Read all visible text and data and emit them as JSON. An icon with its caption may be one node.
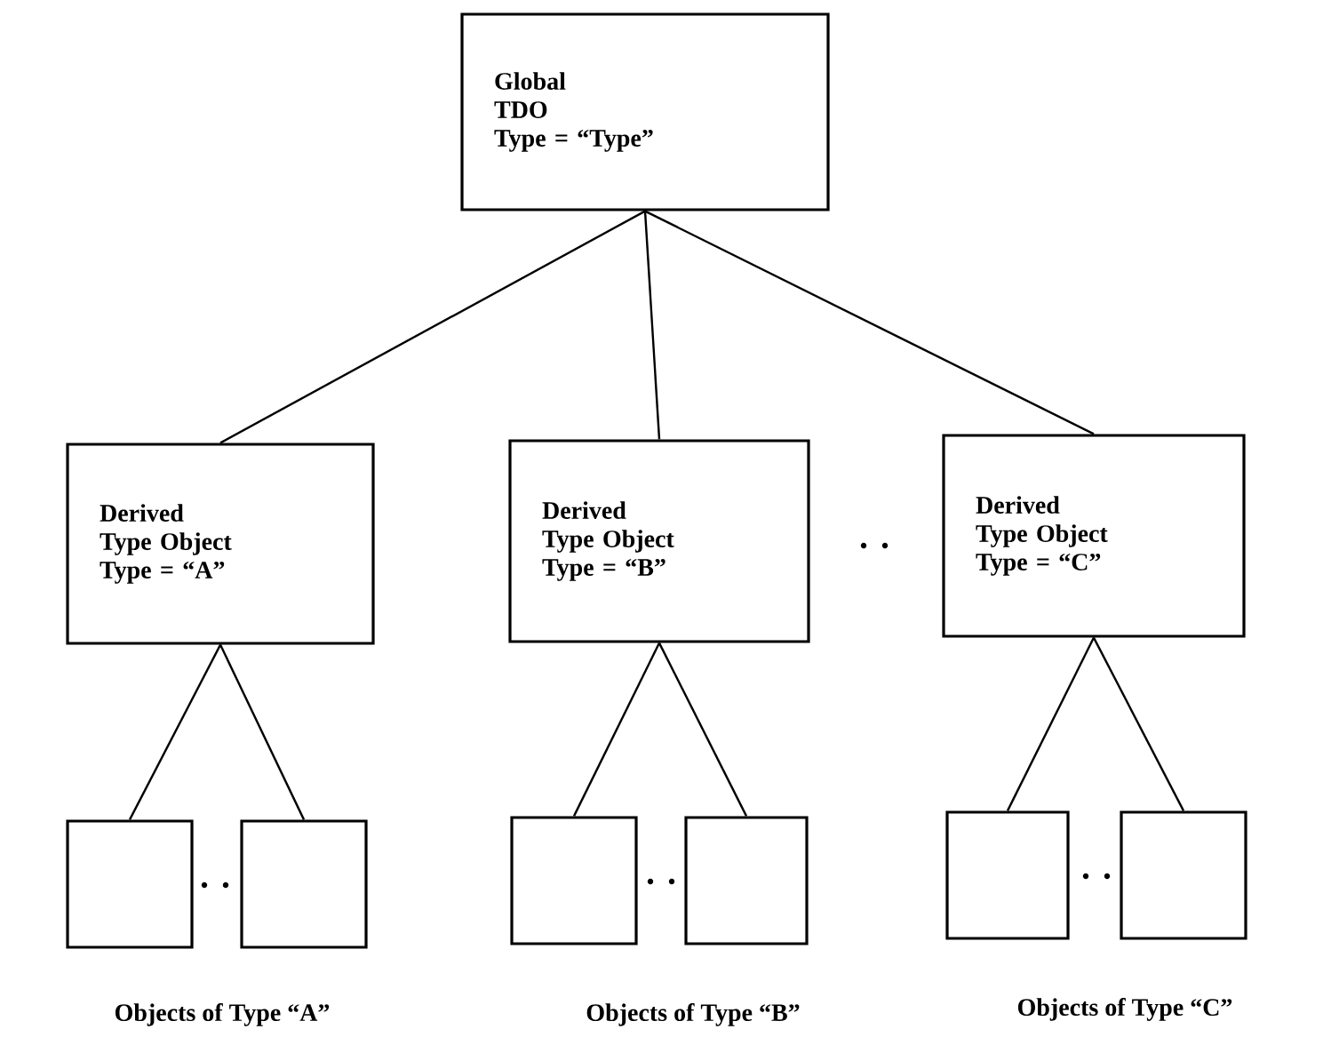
{
  "diagram": {
    "nodes": [
      {
        "text": [
          "Global",
          "TDO",
          "Type = “Type”"
        ]
      },
      {
        "text": [
          "Derived",
          "Type Object",
          "Type = “A”"
        ]
      },
      {
        "text": [
          "Derived",
          "Type Object",
          "Type = “B”"
        ]
      },
      {
        "text": [
          "Derived",
          "Type Object",
          "Type = “C”"
        ]
      },
      {
        "text": [],
        "shape": "box"
      },
      {
        "text": [],
        "shape": "box"
      },
      {
        "text": [],
        "shape": "box"
      },
      {
        "text": [],
        "shape": "box"
      },
      {
        "text": [],
        "shape": "box"
      },
      {
        "text": [],
        "shape": "box"
      }
    ],
    "edges": [
      {
        "from": 0,
        "to": 1,
        "arrow": "none"
      },
      {
        "from": 0,
        "to": 2,
        "arrow": "none"
      },
      {
        "from": 0,
        "to": 3,
        "arrow": "none"
      },
      {
        "from": 1,
        "to": 4,
        "arrow": "none"
      },
      {
        "from": 1,
        "to": 5,
        "arrow": "none"
      },
      {
        "from": 2,
        "to": 6,
        "arrow": "none"
      },
      {
        "from": 2,
        "to": 7,
        "arrow": "none"
      },
      {
        "from": 3,
        "to": 8,
        "arrow": "none"
      },
      {
        "from": 3,
        "to": 9,
        "arrow": "none"
      }
    ],
    "labels": [
      "Objects of Type “A”",
      "Objects of Type “B”",
      "Objects of Type “C”"
    ]
  }
}
